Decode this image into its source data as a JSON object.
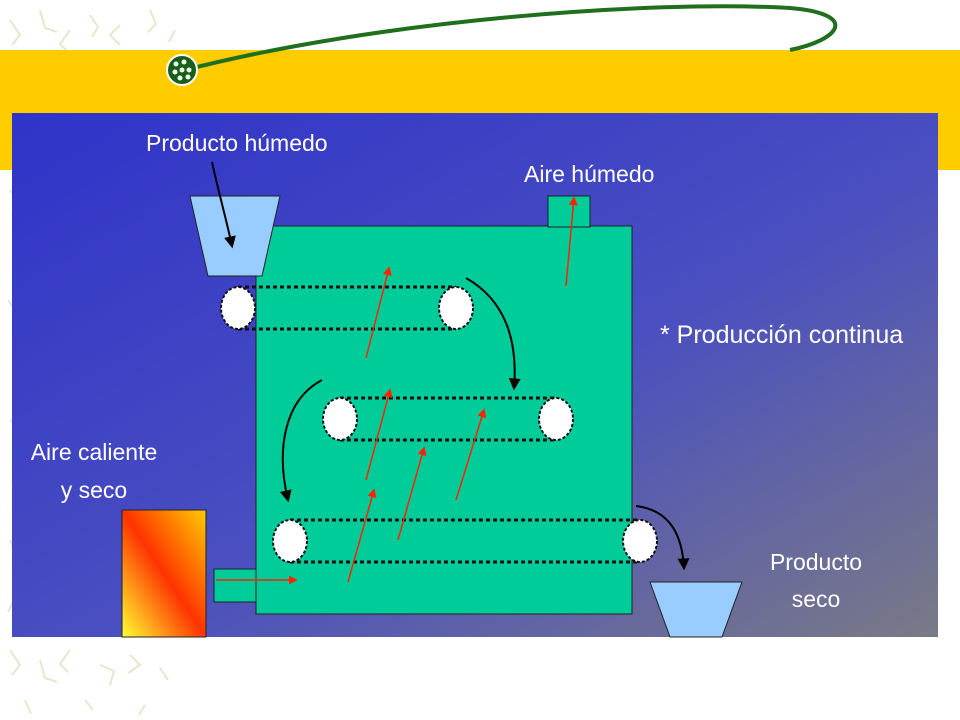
{
  "labels": {
    "wet_product": "Producto húmedo",
    "humid_air": "Aire húmedo",
    "continuous_production": "* Producción continua",
    "hot_dry_air_line1": "Aire caliente",
    "hot_dry_air_line2": "y seco",
    "dry_product_line1": "Producto",
    "dry_product_line2": "seco"
  },
  "colors": {
    "banner": "#ffcc00",
    "panel_top_left": "#2f33c9",
    "panel_bottom_right": "#7a7a86",
    "dryer_body": "#00cc99",
    "hopper": "#99ccff",
    "hot_air_gradient_start": "#ffff33",
    "hot_air_gradient_end": "#ff3300",
    "air_arrow": "#ff2200",
    "product_path": "#000000",
    "roller": "#ffffff",
    "decor_curve": "#1f6f1f",
    "label_text": "#ffffff"
  },
  "icons": {
    "decor_dot": "green-dotted-circle-icon"
  }
}
